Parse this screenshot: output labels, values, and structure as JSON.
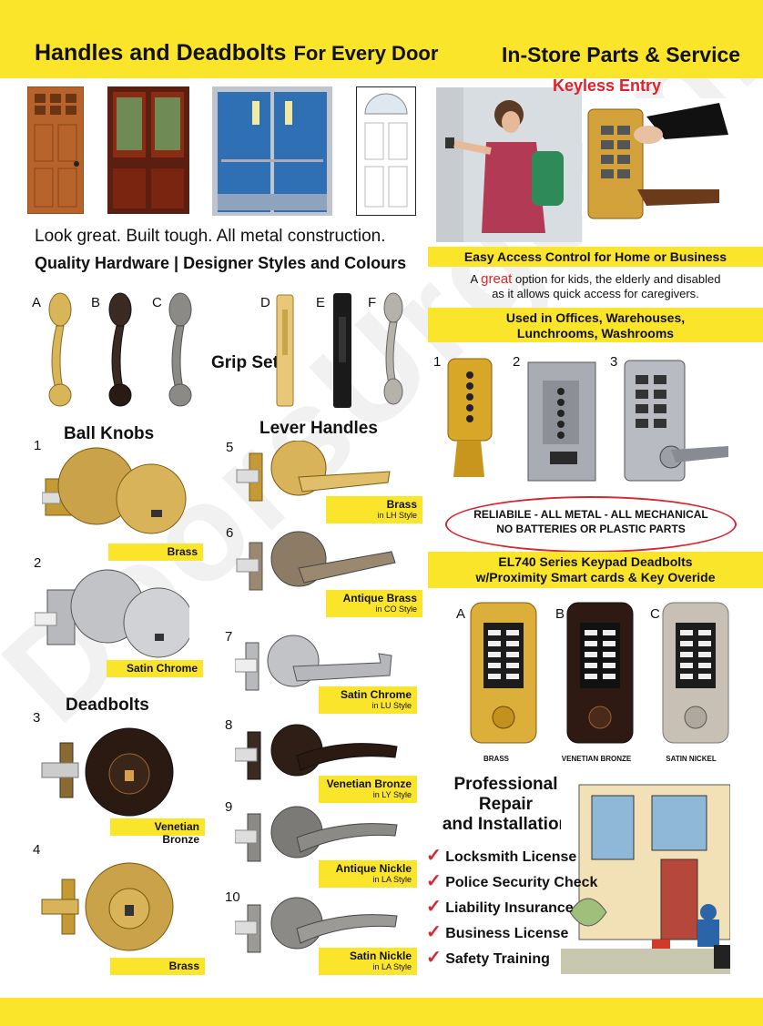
{
  "header": {
    "title_main": "Handles and Deadbolts",
    "title_sub": "For Every Door",
    "title_right": "In-Store Parts & Service"
  },
  "tagline": {
    "line1": "Look great.    Built tough.    All metal construction.",
    "line2": "Quality Hardware  |  Designer Styles and Colours"
  },
  "keyless": {
    "title": "Keyless Entry",
    "bar_title": "Easy Access Control for Home or Business",
    "desc_a": "A",
    "desc_great": "great",
    "desc_b": "option for kids, the elderly and disabled",
    "desc_line2": "as it allows quick access for caregivers.",
    "used_line1": "Used in Offices, Warehouses,",
    "used_line2": "Lunchrooms, Washrooms",
    "nums": [
      "1",
      "2",
      "3"
    ],
    "oval_line1": "RELIABILE  - ALL METAL - ALL MECHANICAL",
    "oval_line2": "NO BATTERIES OR PLASTIC PARTS"
  },
  "el740": {
    "line1": "EL740 Series    Keypad Deadbolts",
    "line2": "w/Proximity Smart cards & Key Overide",
    "letters": [
      "A",
      "B",
      "C"
    ],
    "finishes": [
      "BRASS",
      "VENETIAN BRONZE",
      "SATIN NICKEL"
    ]
  },
  "grip_sets": {
    "title": "Grip Sets",
    "letters": [
      "A",
      "B",
      "C",
      "D",
      "E",
      "F"
    ]
  },
  "ball_knobs": {
    "title": "Ball Knobs",
    "items": [
      {
        "num": "1",
        "label": "Brass"
      },
      {
        "num": "2",
        "label": "Satin Chrome"
      }
    ]
  },
  "deadbolts": {
    "title": "Deadbolts",
    "items": [
      {
        "num": "3",
        "label": "Venetian Bronze"
      },
      {
        "num": "4",
        "label": "Brass"
      }
    ]
  },
  "lever_handles": {
    "title": "Lever Handles",
    "items": [
      {
        "num": "5",
        "label": "Brass",
        "style": "in LH Style"
      },
      {
        "num": "6",
        "label": "Antique Brass",
        "style": "in CO Style"
      },
      {
        "num": "7",
        "label": "Satin Chrome",
        "style": "in LU Style"
      },
      {
        "num": "8",
        "label": "Venetian Bronze",
        "style": "in LY Style"
      },
      {
        "num": "9",
        "label": "Antique Nickle",
        "style": "in LA Style"
      },
      {
        "num": "10",
        "label": "Satin Nickle",
        "style": "in LA Style"
      }
    ]
  },
  "professional": {
    "line1": "Professional",
    "line2": "Repair",
    "line3": "and Installation",
    "checks": [
      "Locksmith License",
      "Police Security Check",
      "Liability Insurance",
      "Business License",
      "Safety Training"
    ]
  },
  "watermark": "DoorsUrgeon.ca",
  "colors": {
    "accent": "#fbe52a",
    "red": "#e51f27"
  }
}
